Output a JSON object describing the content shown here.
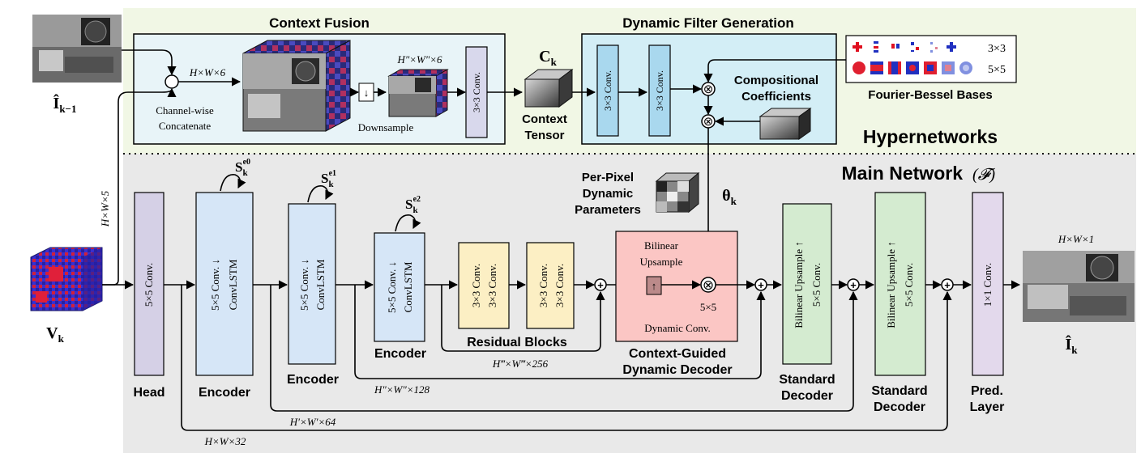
{
  "inputs": {
    "prev_frame_label": "Î",
    "prev_frame_sub": "k−1",
    "voxel_label": "V",
    "voxel_sub": "k",
    "output_label": "Î",
    "output_sub": "k"
  },
  "hypernetworks": {
    "title": "Hypernetworks",
    "context_fusion": {
      "title": "Context Fusion",
      "concat_label_1": "Channel-wise",
      "concat_label_2": "Concatenate",
      "dim_full": "H×W×6",
      "dim_down": "H″×W″×6",
      "downsample_label": "Downsample",
      "downsample_symbol": "↓",
      "conv_label": "3×3 Conv."
    },
    "context_tensor": {
      "symbol": "C",
      "sub": "k",
      "label_1": "Context",
      "label_2": "Tensor"
    },
    "dynamic_filter": {
      "title": "Dynamic Filter Generation",
      "conv1": "3×3 Conv.",
      "conv2": "3×3 Conv.",
      "coeff_1": "Compositional",
      "coeff_2": "Coefficients",
      "multiply": "⊗"
    },
    "bases": {
      "label": "Fourier-Bessel Bases",
      "row1": "3×3",
      "row2": "5×5"
    }
  },
  "main_network": {
    "title": "Main Network",
    "symbol": "(𝓕)",
    "input_dim": "H×W×5",
    "output_dim": "H×W×1",
    "head": {
      "conv": "5×5 Conv.",
      "label": "Head"
    },
    "encoder1": {
      "line1": "5×5 Conv. ↓",
      "line2": "ConvLSTM",
      "label": "Encoder",
      "state": "S",
      "state_sub": "k",
      "state_sup": "e0"
    },
    "encoder2": {
      "line1": "5×5 Conv. ↓",
      "line2": "ConvLSTM",
      "label": "Encoder",
      "state": "S",
      "state_sub": "k",
      "state_sup": "e1"
    },
    "encoder3": {
      "line1": "5×5 Conv. ↓",
      "line2": "ConvLSTM",
      "label": "Encoder",
      "state": "S",
      "state_sub": "k",
      "state_sup": "e2"
    },
    "residual": {
      "conv1": "3×3 Conv.",
      "conv2": "3×3 Conv.",
      "label": "Residual Blocks"
    },
    "per_pixel": {
      "line1": "Per-Pixel",
      "line2": "Dynamic",
      "line3": "Parameters"
    },
    "theta": {
      "symbol": "θ",
      "sub": "k"
    },
    "dynamic_decoder": {
      "upsample_1": "Bilinear",
      "upsample_2": "Upsample",
      "upsample_symbol": "↑",
      "conv_1": "5×5",
      "conv_2": "Dynamic Conv.",
      "label_1": "Context-Guided",
      "label_2": "Dynamic Decoder"
    },
    "decoder1": {
      "line1": "Bilinear Upsample ↑",
      "line2": "5×5 Conv.",
      "label_1": "Standard",
      "label_2": "Decoder"
    },
    "decoder2": {
      "line1": "Bilinear Upsample ↑",
      "line2": "5×5 Conv.",
      "label_1": "Standard",
      "label_2": "Decoder"
    },
    "pred": {
      "conv": "1×1 Conv.",
      "label_1": "Pred.",
      "label_2": "Layer"
    },
    "skip_dims": {
      "d256": "H‴×W‴×256",
      "d128": "H″×W″×128",
      "d64": "H′×W′×64",
      "d32": "H×W×32"
    },
    "plus": "+"
  }
}
